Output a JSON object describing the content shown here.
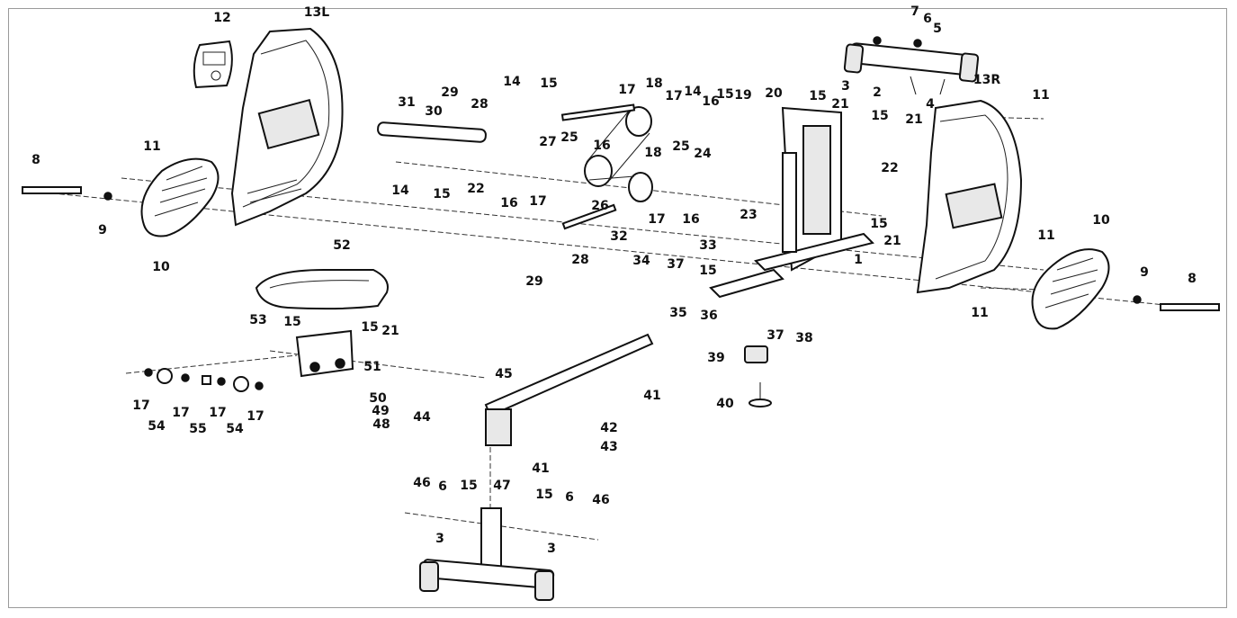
{
  "labels": [
    {
      "id": "p12",
      "text": "12"
    },
    {
      "id": "p13l",
      "text": "13L"
    },
    {
      "id": "p7",
      "text": "7"
    },
    {
      "id": "p6a",
      "text": "6"
    },
    {
      "id": "p5",
      "text": "5"
    },
    {
      "id": "p3a",
      "text": "3"
    },
    {
      "id": "p2",
      "text": "2"
    },
    {
      "id": "p4",
      "text": "4"
    },
    {
      "id": "p13r",
      "text": "13R"
    },
    {
      "id": "p11a",
      "text": "11"
    },
    {
      "id": "p31",
      "text": "31"
    },
    {
      "id": "p29a",
      "text": "29"
    },
    {
      "id": "p28a",
      "text": "28"
    },
    {
      "id": "p14a",
      "text": "14"
    },
    {
      "id": "p15a",
      "text": "15"
    },
    {
      "id": "p30",
      "text": "30"
    },
    {
      "id": "p27",
      "text": "27"
    },
    {
      "id": "p17a",
      "text": "17"
    },
    {
      "id": "p18a",
      "text": "18"
    },
    {
      "id": "p17b",
      "text": "17"
    },
    {
      "id": "p14b",
      "text": "14"
    },
    {
      "id": "p15b",
      "text": "15"
    },
    {
      "id": "p16a",
      "text": "16"
    },
    {
      "id": "p19",
      "text": "19"
    },
    {
      "id": "p20",
      "text": "20"
    },
    {
      "id": "p15c",
      "text": "15"
    },
    {
      "id": "p21a",
      "text": "21"
    },
    {
      "id": "p15d",
      "text": "15"
    },
    {
      "id": "p21b",
      "text": "21"
    },
    {
      "id": "p25a",
      "text": "25"
    },
    {
      "id": "p16b",
      "text": "16"
    },
    {
      "id": "p18b",
      "text": "18"
    },
    {
      "id": "p25b",
      "text": "25"
    },
    {
      "id": "p24",
      "text": "24"
    },
    {
      "id": "p22a",
      "text": "22"
    },
    {
      "id": "p11b",
      "text": "11"
    },
    {
      "id": "p8a",
      "text": "8"
    },
    {
      "id": "p14c",
      "text": "14"
    },
    {
      "id": "p15e",
      "text": "15"
    },
    {
      "id": "p22b",
      "text": "22"
    },
    {
      "id": "p16c",
      "text": "16"
    },
    {
      "id": "p17c",
      "text": "17"
    },
    {
      "id": "p26",
      "text": "26"
    },
    {
      "id": "p17d",
      "text": "17"
    },
    {
      "id": "p16d",
      "text": "16"
    },
    {
      "id": "p23",
      "text": "23"
    },
    {
      "id": "p15f",
      "text": "15"
    },
    {
      "id": "p21c",
      "text": "21"
    },
    {
      "id": "p9a",
      "text": "9"
    },
    {
      "id": "p10a",
      "text": "10"
    },
    {
      "id": "p32",
      "text": "32"
    },
    {
      "id": "p33",
      "text": "33"
    },
    {
      "id": "p10b",
      "text": "10"
    },
    {
      "id": "p11c",
      "text": "11"
    },
    {
      "id": "p28b",
      "text": "28"
    },
    {
      "id": "p1",
      "text": "1"
    },
    {
      "id": "p52",
      "text": "52"
    },
    {
      "id": "p34",
      "text": "34"
    },
    {
      "id": "p37a",
      "text": "37"
    },
    {
      "id": "p15g",
      "text": "15"
    },
    {
      "id": "p9b",
      "text": "9"
    },
    {
      "id": "p8b",
      "text": "8"
    },
    {
      "id": "p29b",
      "text": "29"
    },
    {
      "id": "p11d",
      "text": "11"
    },
    {
      "id": "p53",
      "text": "53"
    },
    {
      "id": "p15h",
      "text": "15"
    },
    {
      "id": "p15i",
      "text": "15"
    },
    {
      "id": "p21d",
      "text": "21"
    },
    {
      "id": "p35",
      "text": "35"
    },
    {
      "id": "p36",
      "text": "36"
    },
    {
      "id": "p37b",
      "text": "37"
    },
    {
      "id": "p38",
      "text": "38"
    },
    {
      "id": "p51",
      "text": "51"
    },
    {
      "id": "p39",
      "text": "39"
    },
    {
      "id": "p45",
      "text": "45"
    },
    {
      "id": "p41a",
      "text": "41"
    },
    {
      "id": "p50",
      "text": "50"
    },
    {
      "id": "p40",
      "text": "40"
    },
    {
      "id": "p17e",
      "text": "17"
    },
    {
      "id": "p17f",
      "text": "17"
    },
    {
      "id": "p17g",
      "text": "17"
    },
    {
      "id": "p17h",
      "text": "17"
    },
    {
      "id": "p49",
      "text": "49"
    },
    {
      "id": "p54a",
      "text": "54"
    },
    {
      "id": "p55",
      "text": "55"
    },
    {
      "id": "p54b",
      "text": "54"
    },
    {
      "id": "p48",
      "text": "48"
    },
    {
      "id": "p44",
      "text": "44"
    },
    {
      "id": "p42",
      "text": "42"
    },
    {
      "id": "p43",
      "text": "43"
    },
    {
      "id": "p41b",
      "text": "41"
    },
    {
      "id": "p46a",
      "text": "46"
    },
    {
      "id": "p6b",
      "text": "6"
    },
    {
      "id": "p15j",
      "text": "15"
    },
    {
      "id": "p47",
      "text": "47"
    },
    {
      "id": "p15k",
      "text": "15"
    },
    {
      "id": "p6c",
      "text": "6"
    },
    {
      "id": "p46b",
      "text": "46"
    },
    {
      "id": "p3b",
      "text": "3"
    },
    {
      "id": "p3c",
      "text": "3"
    }
  ]
}
